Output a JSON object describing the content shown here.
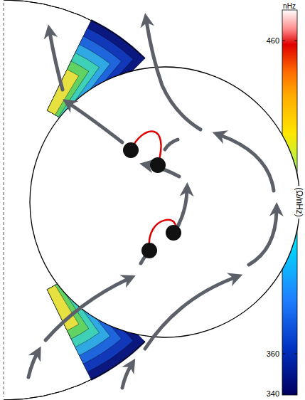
{
  "diagram": {
    "labels": [
      "nHz",
      "460",
      "360",
      "340",
      "(Ω/nHz)"
    ]
  }
}
